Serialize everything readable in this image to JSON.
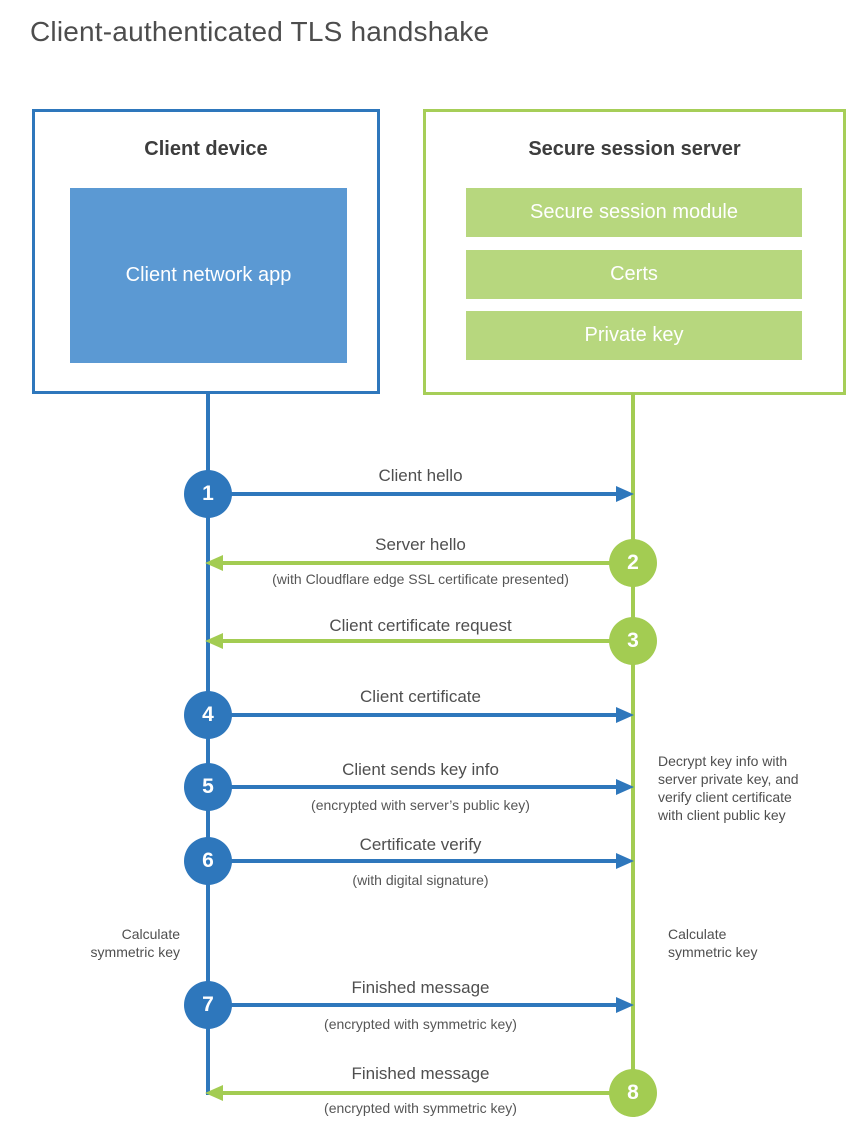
{
  "title": "Client-authenticated TLS handshake",
  "client_box": {
    "title": "Client device",
    "inner_label": "Client network app"
  },
  "server_box": {
    "title": "Secure session server",
    "modules": [
      "Secure session module",
      "Certs",
      "Private key"
    ]
  },
  "steps": [
    {
      "num": "1",
      "from": "client",
      "direction": "right",
      "label": "Client hello",
      "sublabel": ""
    },
    {
      "num": "2",
      "from": "server",
      "direction": "left",
      "label": "Server hello",
      "sublabel": "(with Cloudflare edge SSL certificate presented)"
    },
    {
      "num": "3",
      "from": "server",
      "direction": "left",
      "label": "Client certificate request",
      "sublabel": ""
    },
    {
      "num": "4",
      "from": "client",
      "direction": "right",
      "label": "Client certificate",
      "sublabel": ""
    },
    {
      "num": "5",
      "from": "client",
      "direction": "right",
      "label": "Client sends key info",
      "sublabel": "(encrypted with server’s public key)"
    },
    {
      "num": "6",
      "from": "client",
      "direction": "right",
      "label": "Certificate verify",
      "sublabel": "(with digital signature)"
    },
    {
      "num": "7",
      "from": "client",
      "direction": "right",
      "label": "Finished message",
      "sublabel": "(encrypted with symmetric key)"
    },
    {
      "num": "8",
      "from": "server",
      "direction": "left",
      "label": "Finished message",
      "sublabel": "(encrypted with symmetric key)"
    }
  ],
  "notes": {
    "decrypt": "Decrypt key info with server private key, and verify client certificate with client public key",
    "calc_symmetric_left": "Calculate symmetric key",
    "calc_symmetric_right": "Calculate symmetric key"
  },
  "colors": {
    "client_blue": "#2e77bc",
    "client_fill_blue": "#5b99d3",
    "server_green": "#a3cc52",
    "server_fill_green": "#b7d77e",
    "heading_text": "#3d3d3d",
    "label_text": "#4f4f4f"
  }
}
